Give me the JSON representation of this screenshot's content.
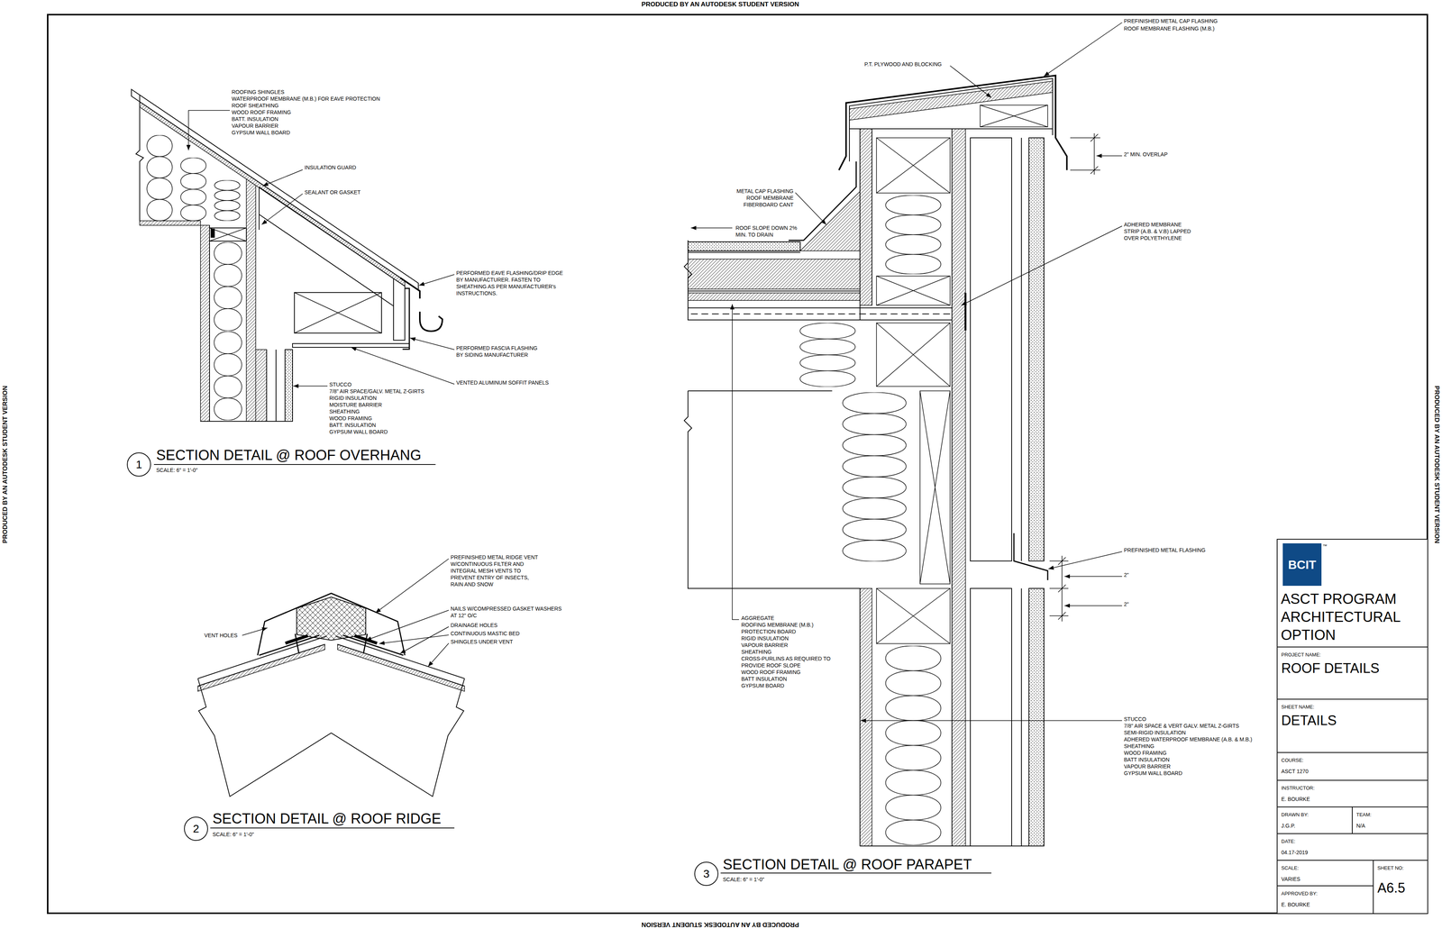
{
  "diagram": {
    "nodes": [
      {
        "text": [
          "1"
        ]
      },
      {
        "text": [
          "2"
        ]
      },
      {
        "text": [
          "3"
        ]
      },
      {
        "text": [
          "ASCT PROGRAM ARCHITECTURAL OPTION"
        ]
      },
      {
        "text": [
          "BCIT",
          "™"
        ],
        "in": 3
      },
      {
        "text": [
          "PROJECT NAME:",
          "ROOF DETAILS"
        ]
      },
      {
        "text": [
          "SHEET NAME:",
          "DETAILS"
        ]
      },
      {
        "text": [
          "COURSE:",
          "ASCT 1270"
        ]
      },
      {
        "text": [
          "INSTRUCTOR:",
          "E. BOURKE"
        ]
      },
      {
        "text": [
          "DRAWN BY:",
          "J.G.P."
        ]
      },
      {
        "text": [
          "TEAM:",
          "N/A"
        ]
      },
      {
        "text": [
          "DATE:",
          "04.17-2019"
        ]
      },
      {
        "text": [
          "SCALE:",
          "VARIES"
        ]
      },
      {
        "text": [
          "SHEET NO:",
          "A6.5"
        ]
      },
      {
        "text": [
          "APPROVED BY:",
          "E. BOURKE"
        ]
      }
    ],
    "labels": [
      "PRODUCED BY AN AUTODESK STUDENT VERSION",
      "PRODUCED BY AN AUTODESK STUDENT VERSION",
      "PRODUCED BY AN AUTODESK STUDENT VERSION",
      "ROOFING SHINGLES",
      "WATERPROOF MEMBRANE (M.B.) FOR EAVE PROTECTION",
      "ROOF SHEATHING",
      "WOOD ROOF FRAMING",
      "BATT. INSULATION",
      "VAPOUR BARRIER",
      "GYPSUM WALL BOARD",
      "INSULATION GUARD",
      "SEALANT OR GASKET",
      "PERFORMED EAVE FLASHING/DRIP EDGE BY MANUFACTURER. FASTEN TO SHEATHING AS PER MANUFACTURER's INSTRUCTIONS.",
      "PERFORMED FASCIA FLASHING BY SIDING MANUFACTURER",
      "VENTED ALUMINUM SOFFIT PANELS",
      "STUCCO",
      "7/8\" AIR SPACE/GALV. METAL Z-GIRTS",
      "RIGID INSULATION",
      "MOISTURE BARRIER",
      "SHEATHING",
      "WOOD FRAMING",
      "BATT. INSULATION",
      "GYPSUM WALL BOARD",
      "SECTION DETAIL @ ROOF OVERHANG",
      "SCALE: 6\" = 1'-0\"",
      "PREFINISHED METAL RIDGE VENT W/CONTINUOUS FILTER AND INTEGRAL MESH VENTS TO PREVENT ENTRY OF INSECTS, RAIN AND SNOW",
      "NAILS W/COMPRESSED GASKET WASHERS AT 12\" O/C",
      "DRAINAGE HOLES",
      "CONTINUOUS MASTIC BED",
      "SHINGLES UNDER VENT",
      "VENT HOLES",
      "SECTION DETAIL @ ROOF RIDGE",
      "SCALE: 6\" = 1'-0\"",
      "PREFINISHED METAL CAP FLASHING",
      "ROOF MEMBRANE FLASHING (M.B.)",
      "P.T. PLYWOOD AND BLOCKING",
      "2\" MIN. OVERLAP",
      "METAL CAP FLASHING",
      "ROOF MEMBRANE",
      "FIBERBOARD CANT",
      "ROOF SLOPE DOWN 2% MIN. TO DRAIN",
      "ADHERED MEMBRANE STRIP (A.B. & V.B) LAPPED OVER POLYETHYLENE",
      "PREFINISHED METAL FLASHING",
      "2\"",
      "2\"",
      "AGGREGATE",
      "ROOFING MEMBRANE (M.B.)",
      "PROTECTION BOARD",
      "RIGID INSULATION",
      "VAPOUR BARRIER",
      "SHEATHING",
      "CROSS-PURLINS AS REQUIRED TO PROVIDE ROOF SLOPE",
      "WOOD ROOF FRAMING",
      "BATT INSULATION",
      "GYPSUM BOARD",
      "STUCCO",
      "7/8\" AIR SPACE & VERT GALV. METAL Z-GIRTS",
      "SEMI-RIGID INSULATION",
      "ADHERED WATERPROOF MEMBRANE (A.B. & M.B.)",
      "SHEATHING",
      "WOOD FRAMING",
      "BATT INSULATION",
      "VAPOUR BARRIER",
      "GYPSUM WALL BOARD",
      "SECTION DETAIL @ ROOF PARAPET",
      "SCALE: 6\" = 1'-0\"",
      "PRODUCED BY AN AUTODESK STUDENT VERSION"
    ]
  }
}
